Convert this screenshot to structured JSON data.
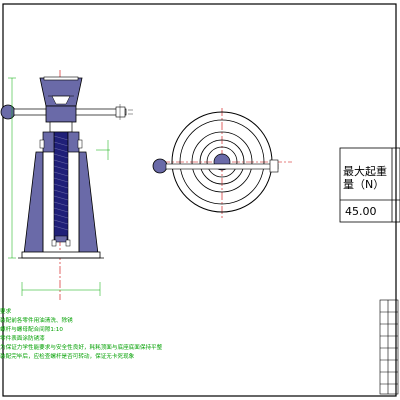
{
  "spec_table": {
    "header": "最大起重量（N）",
    "value": "45.00"
  },
  "tech_notes": [
    "要求",
    "装配前各零件用油清洗、除锈",
    "螺杆与螺母配合间隙1:10",
    "零件表面涂防锈漆",
    "为保证力学性能要求与安全性良好，耗耗顶面与底座底面保持平整",
    "装配完毕后，应检查螺杆是否可转动，保证无卡死现象"
  ],
  "colors": {
    "outline": "#000000",
    "section_fill": "#6a6aa8",
    "hatch_fill": "#1f1f78",
    "centerline": "#cc0000",
    "notes": "#00a000",
    "dimension": "#00aa00"
  }
}
